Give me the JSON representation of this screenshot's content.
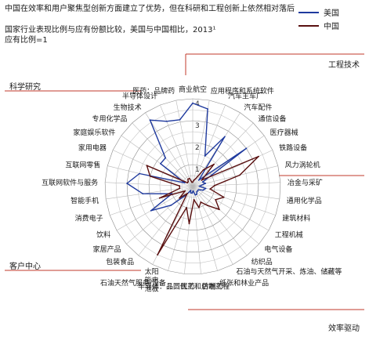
{
  "header": {
    "line1": "中国在效率和用户聚焦型创新方面建立了优势，但在科研和工程创新上依然相对落后",
    "line2": "国家行业表现比例与应有份额比较，美国与中国相比，2013¹",
    "line3": "应有比例=1"
  },
  "legend": [
    {
      "label": "美国",
      "color": "#1f3a9e"
    },
    {
      "label": "中国",
      "color": "#5a1010"
    }
  ],
  "quadrants": {
    "engineering": "工程技术",
    "science": "科学研究",
    "customer": "客户中心",
    "efficiency": "效率驱动"
  },
  "chart_data": {
    "type": "radar",
    "radial_range": [
      0,
      4
    ],
    "radial_ticks": [
      "1",
      "2",
      "3",
      "4"
    ],
    "axes": [
      "商业航空",
      "应用程序和系统软件",
      "汽车主车厂",
      "汽车配件",
      "通信设备",
      "医疗器械",
      "铁路设备",
      "风力涡轮机",
      "冶金与采矿",
      "通用化学品",
      "建筑材料",
      "工程机械",
      "电气设备",
      "纺织品",
      "石油与天然气开采、炼油、储藏等",
      "纸张和林业产品",
      "医药：仿制药",
      "半导体：晶圆代工和后端工程",
      "石油天然气服务/设备",
      "太阳能电池板",
      "包装食品",
      "家居产品",
      "饮料",
      "消费电子",
      "智能手机",
      "互联网软件与服务",
      "互联网零售",
      "家用电器",
      "家庭娱乐软件",
      "专用化学品",
      "生物技术",
      "半导体设计",
      "医药：品牌药"
    ],
    "series": [
      {
        "name": "美国",
        "color": "#1f3a9e",
        "values": [
          3.8,
          3.6,
          1.5,
          2.7,
          0.4,
          3.0,
          0.5,
          0.6,
          0.3,
          0.6,
          0.5,
          0.3,
          0.3,
          0.3,
          0.4,
          0.4,
          0.2,
          0.3,
          0.3,
          0.2,
          0.5,
          1.3,
          2.2,
          1.0,
          2.3,
          3.0,
          2.5,
          0.4,
          1.8,
          1.8,
          3.6,
          3.2,
          3.1
        ]
      },
      {
        "name": "中国",
        "color": "#5a1010",
        "values": [
          0.2,
          0.3,
          0.4,
          0.9,
          1.4,
          0.5,
          3.3,
          2.2,
          1.0,
          0.8,
          1.5,
          1.2,
          1.6,
          1.1,
          0.8,
          1.0,
          0.6,
          1.7,
          1.0,
          3.5,
          0.4,
          0.8,
          0.4,
          1.6,
          0.6,
          0.6,
          2.0,
          2.3,
          0.3,
          0.3,
          0.4,
          0.4,
          0.2
        ]
      }
    ]
  }
}
